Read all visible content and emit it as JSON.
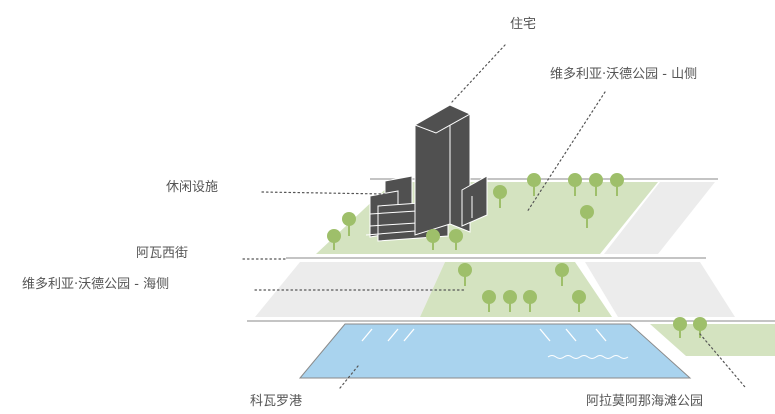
{
  "labels": {
    "residence": "住宅",
    "hillside_park": "维多利亚·沃德公园 - 山侧",
    "leisure": "休闲设施",
    "street": "阿瓦西街",
    "seaside_park": "维多利亚·沃德公园 - 海侧",
    "harbour": "科瓦罗港",
    "beach_park": "阿拉莫阿那海滩公园"
  },
  "colors": {
    "park_green": "#d4e3c0",
    "tree_green": "#9ebf6a",
    "building_dark": "#505050",
    "paved_grey": "#ececec",
    "water_blue": "#a9d3ee",
    "outline": "#8a8a8a",
    "leader_line": "#555555"
  }
}
